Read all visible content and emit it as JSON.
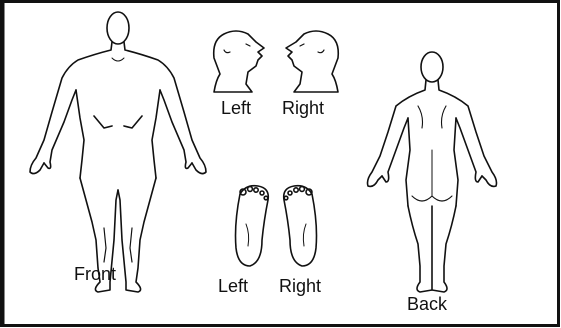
{
  "figures": {
    "front": {
      "label": "Front"
    },
    "back": {
      "label": "Back"
    },
    "heads": {
      "left_label": "Left",
      "right_label": "Right"
    },
    "feet": {
      "left_label": "Left",
      "right_label": "Right"
    }
  },
  "colors": {
    "ink": "#111111",
    "paper": "#ffffff"
  }
}
